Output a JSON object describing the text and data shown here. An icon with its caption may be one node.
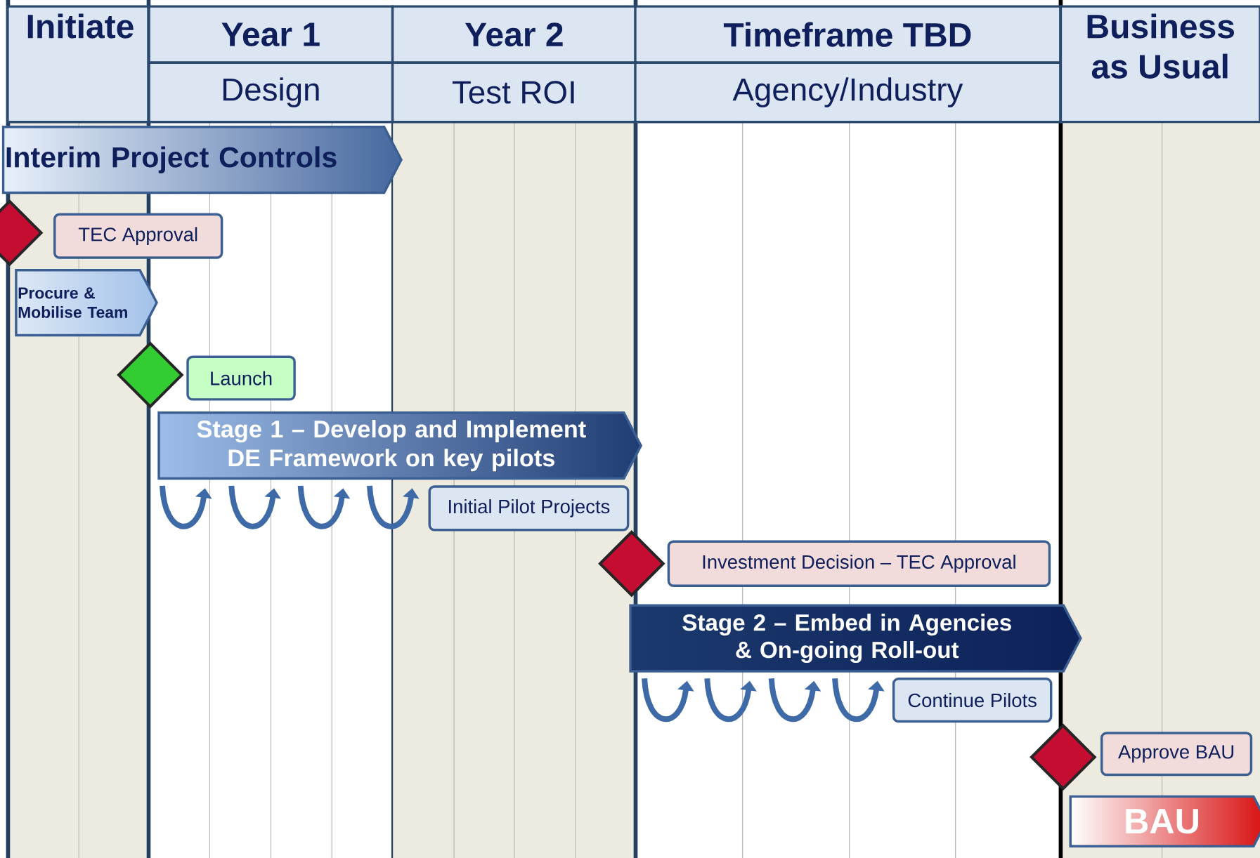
{
  "diagram": {
    "nodes": [
      {
        "text": [
          "Initiate"
        ]
      },
      {
        "text": [
          "Year 1"
        ]
      },
      {
        "text": [
          "Year 2"
        ]
      },
      {
        "text": [
          "Timeframe TBD"
        ]
      },
      {
        "text": [
          "Business as Usual"
        ]
      },
      {
        "text": [
          "Design"
        ]
      },
      {
        "text": [
          "Test ROI"
        ]
      },
      {
        "text": [
          "Agency/Industry"
        ]
      },
      {
        "text": [
          "Interim Project Controls"
        ]
      },
      {
        "text": [],
        "shape": "diamond"
      },
      {
        "text": [
          "TEC Approval"
        ]
      },
      {
        "text": [
          "Procure & Mobilise Team"
        ]
      },
      {
        "text": [],
        "shape": "diamond"
      },
      {
        "text": [
          "Launch"
        ]
      },
      {
        "text": [
          "Stage 1 – Develop and Implement DE Framework on key pilots"
        ]
      },
      {
        "text": [
          "Initial Pilot Projects"
        ]
      },
      {
        "text": [],
        "shape": "diamond"
      },
      {
        "text": [
          "Investment Decision – TEC Approval"
        ]
      },
      {
        "text": [
          "Stage 2 – Embed in Agencies & On-going Roll-out"
        ]
      },
      {
        "text": [
          "Continue Pilots"
        ]
      },
      {
        "text": [],
        "shape": "diamond"
      },
      {
        "text": [
          "Approve BAU"
        ]
      },
      {
        "text": [
          "BAU"
        ]
      }
    ]
  }
}
